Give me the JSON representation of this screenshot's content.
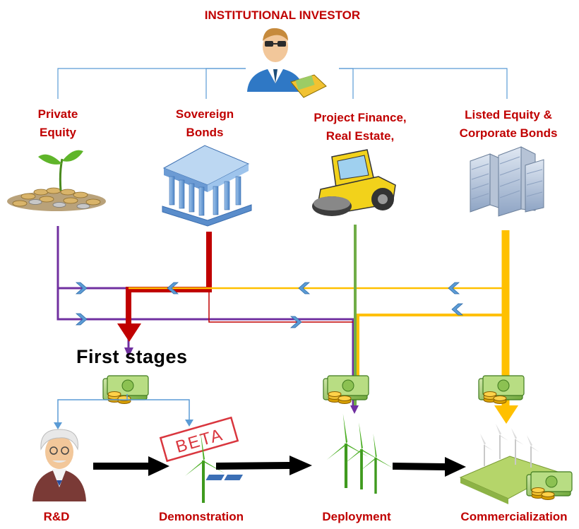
{
  "title": "INSTITUTIONAL INVESTOR",
  "channels": [
    {
      "line1": "Private",
      "line2": "Equity"
    },
    {
      "line1": "Sovereign",
      "line2": "Bonds"
    },
    {
      "line1": "Project Finance,",
      "line2": "Real Estate,"
    },
    {
      "line1": "Listed Equity &",
      "line2": "Corporate Bonds"
    }
  ],
  "first_stages_label": "First stages",
  "beta_stamp": "BETA",
  "stages": [
    "R&D",
    "Demonstration",
    "Deployment",
    "Commercialization"
  ],
  "colors": {
    "label_red": "#c00000",
    "private_equity_purple": "#7030a0",
    "sovereign_red": "#c00000",
    "project_green": "#70ad47",
    "listed_yellow": "#ffc000",
    "connector_blue": "#5b9bd5",
    "stage_arrow": "#000000"
  },
  "icons": [
    "investor-icon",
    "seedling-coins-icon",
    "bank-building-icon",
    "road-roller-icon",
    "office-towers-icon",
    "money-icon",
    "scientist-icon",
    "wind-turbine-icon",
    "wind-farm-icon",
    "solar-wind-farm-icon"
  ]
}
